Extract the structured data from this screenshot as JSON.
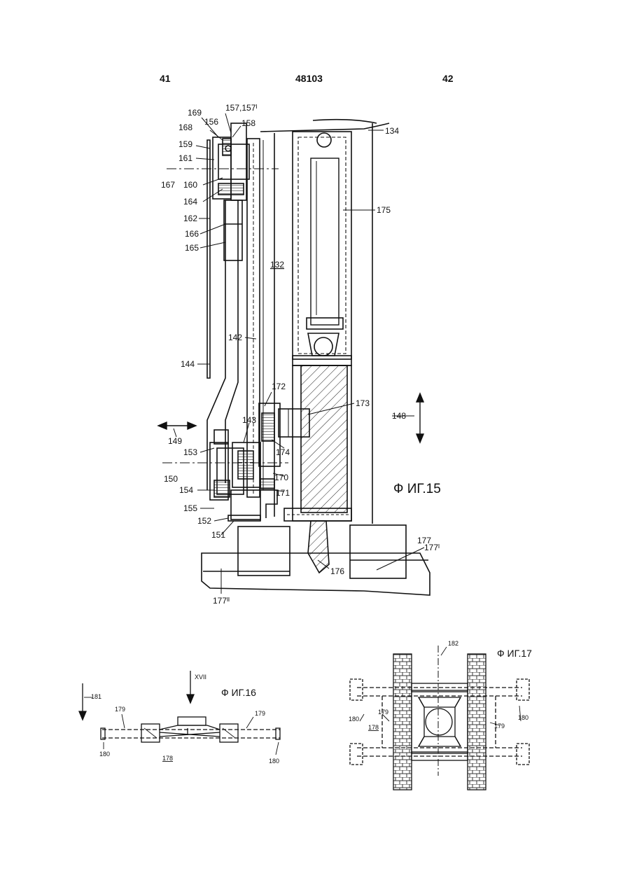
{
  "header": {
    "page_left": "41",
    "doc_number": "48103",
    "page_right": "42"
  },
  "fig15": {
    "caption": "Ф ИГ.15",
    "labels": {
      "l169": "169",
      "l157": "157,157ᴵ",
      "l156": "156",
      "l168": "168",
      "l158": "158",
      "l134": "134",
      "l159": "159",
      "l161": "161",
      "l167": "167",
      "l160": "160",
      "l164": "164",
      "l162": "162",
      "l175": "175",
      "l166": "166",
      "l165": "165",
      "l132": "132",
      "l142": "142",
      "l144": "144",
      "l172": "172",
      "l173": "173",
      "l148": "148",
      "l143": "143",
      "l149": "149",
      "l153": "153",
      "l174": "174",
      "l150": "150",
      "l170": "170",
      "l154": "154",
      "l171": "171",
      "l155": "155",
      "l152": "152",
      "l151": "151",
      "l177": "177",
      "l177a": "177ᴵ",
      "l176": "176",
      "l177b": "177ᴵᴵ"
    }
  },
  "fig16": {
    "caption": "Ф ИГ.16",
    "labels": {
      "xvii": "XVII",
      "l181": "181",
      "l179a": "179",
      "l179b": "179",
      "l180a": "180",
      "l178": "178",
      "l180b": "180"
    }
  },
  "fig17": {
    "caption": "Ф ИГ.17",
    "labels": {
      "l182": "182",
      "l180a": "180",
      "l179a": "179",
      "l178": "178",
      "l179b": "179",
      "l180b": "180"
    }
  }
}
